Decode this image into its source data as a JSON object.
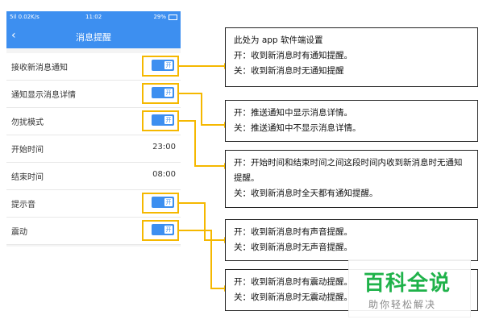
{
  "status_bar": {
    "left": "5il 0.02K/s",
    "time": "11:02",
    "right": "29%"
  },
  "nav": {
    "title": "消息提醒"
  },
  "settings": [
    {
      "label": "接收新消息通知",
      "toggle_text": "开"
    },
    {
      "label": "通知显示消息详情",
      "toggle_text": "开"
    },
    {
      "label": "勿扰模式",
      "toggle_text": "开"
    },
    {
      "label": "开始时间",
      "value": "23:00"
    },
    {
      "label": "结束时间",
      "value": "08:00"
    },
    {
      "label": "提示音",
      "toggle_text": "开"
    },
    {
      "label": "震动",
      "toggle_text": "开"
    }
  ],
  "notes": [
    {
      "lines": [
        "此处为 app 软件端设置",
        "开：收到新消息时有通知提醒。",
        "关：收到新消息时无通知提醒"
      ]
    },
    {
      "lines": [
        "开：推送通知中显示消息详情。",
        "关：推送通知中不显示消息详情。"
      ]
    },
    {
      "lines": [
        "开：开始时间和结束时间之间这段时间内收到新消息时无通知提醒。",
        "关：收到新消息时全天都有通知提醒。"
      ]
    },
    {
      "lines": [
        "开：收到新消息时有声音提醒。",
        "关：收到新消息时无声音提醒。"
      ]
    },
    {
      "lines": [
        "开：收到新消息时有震动提醒。",
        "关：收到新消息时无震动提醒。"
      ]
    }
  ],
  "watermark": {
    "title": "百科全说",
    "subtitle": "助你轻松解决"
  },
  "colors": {
    "accent": "#3d8ff0",
    "highlight": "#f5b800",
    "watermark": "#1fb24a"
  }
}
